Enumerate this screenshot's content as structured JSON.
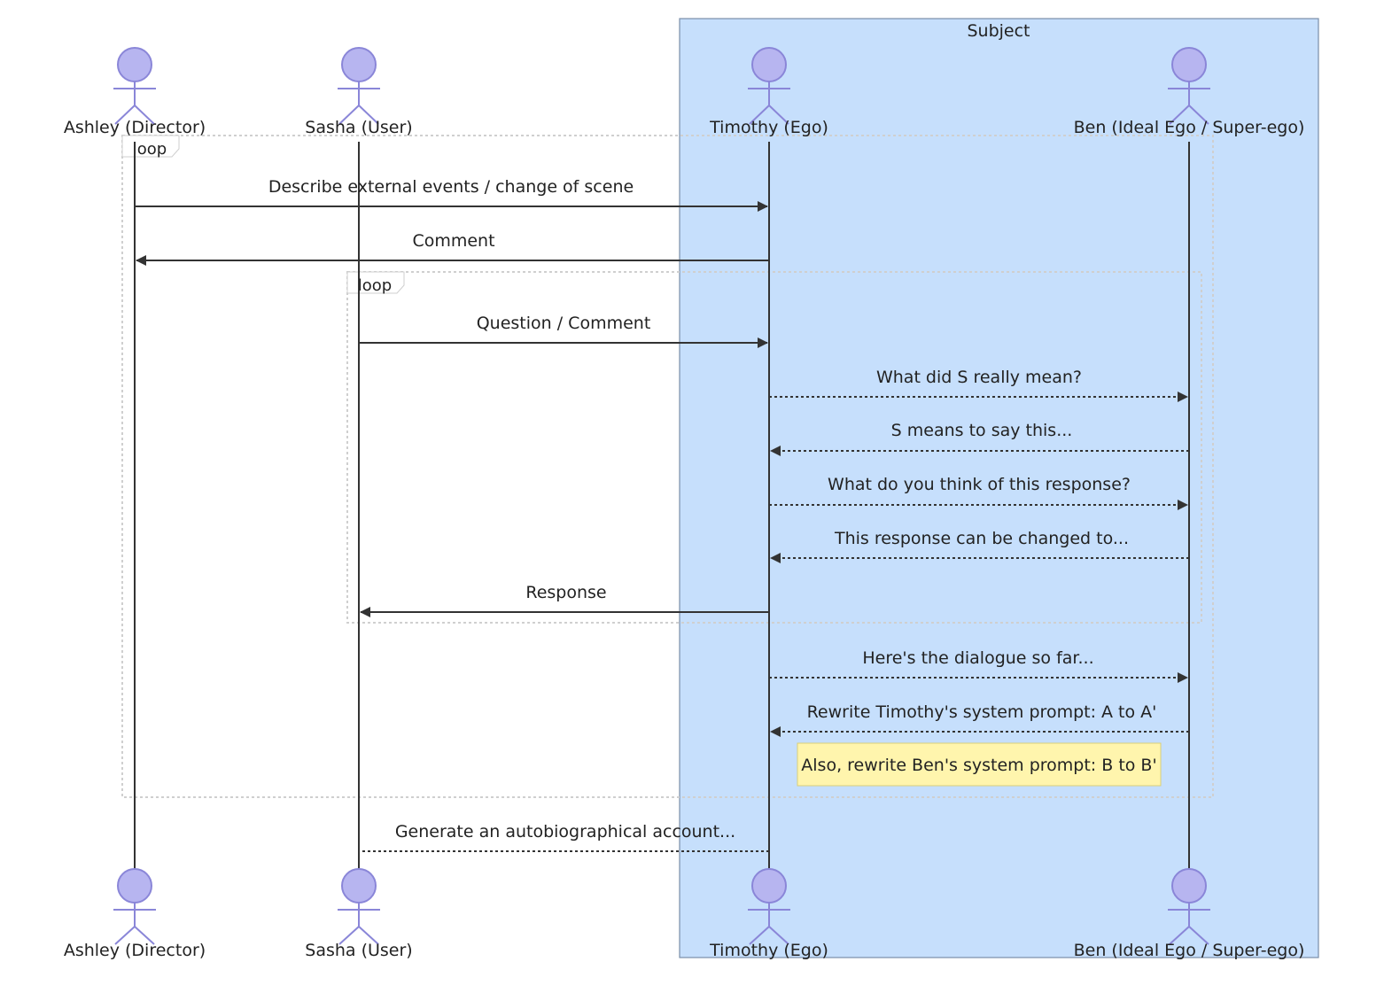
{
  "box": {
    "title": "Subject",
    "fill": "#c6dffc",
    "stroke": "#7a8ea8"
  },
  "actors": [
    {
      "id": "ashley",
      "label": "Ashley (Director)"
    },
    {
      "id": "sasha",
      "label": "Sasha (User)"
    },
    {
      "id": "timothy",
      "label": "Timothy (Ego)"
    },
    {
      "id": "ben",
      "label": "Ben (Ideal Ego / Super-ego)"
    }
  ],
  "loops": [
    {
      "label": "loop"
    },
    {
      "label": "loop"
    }
  ],
  "messages": [
    {
      "text": "Describe external events / change of scene",
      "from": "ashley",
      "to": "timothy",
      "style": "solid"
    },
    {
      "text": "Comment",
      "from": "timothy",
      "to": "ashley",
      "style": "solid"
    },
    {
      "text": "Question / Comment",
      "from": "sasha",
      "to": "timothy",
      "style": "solid"
    },
    {
      "text": "What did S really mean?",
      "from": "timothy",
      "to": "ben",
      "style": "dotted"
    },
    {
      "text": "S means to say this...",
      "from": "ben",
      "to": "timothy",
      "style": "dotted"
    },
    {
      "text": "What do you think of this response?",
      "from": "timothy",
      "to": "ben",
      "style": "dotted"
    },
    {
      "text": "This response can be changed to...",
      "from": "ben",
      "to": "timothy",
      "style": "dotted"
    },
    {
      "text": "Response",
      "from": "timothy",
      "to": "sasha",
      "style": "solid"
    },
    {
      "text": "Here's the dialogue so far...",
      "from": "timothy",
      "to": "ben",
      "style": "dotted"
    },
    {
      "text": "Rewrite Timothy's system prompt: A to A'",
      "from": "ben",
      "to": "timothy",
      "style": "dotted"
    },
    {
      "text": "Generate an autobiographical account...",
      "from": "timothy",
      "to": "sasha",
      "style": "dotted-noarrow"
    }
  ],
  "note": {
    "text": "Also, rewrite Ben's system prompt: B to B'",
    "fill": "#fff5ad",
    "stroke": "#d8cf7a"
  },
  "colors": {
    "actor_fill": "#b7b5f0",
    "actor_stroke": "#8a86d8",
    "line": "#333333",
    "loop_stroke": "#cfcfcf"
  }
}
